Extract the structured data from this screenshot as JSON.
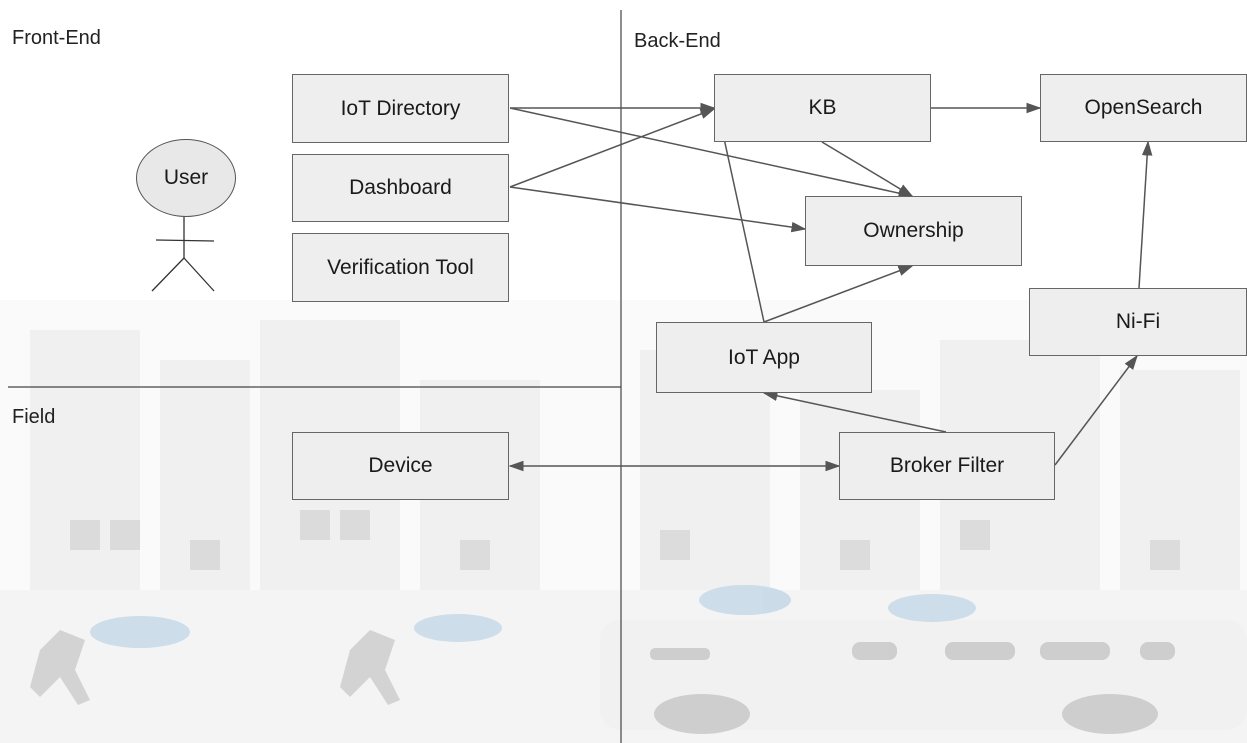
{
  "sections": {
    "front_end": "Front-End",
    "back_end": "Back-End",
    "field": "Field"
  },
  "actor": {
    "label": "User"
  },
  "nodes": {
    "iot_directory": "IoT Directory",
    "dashboard": "Dashboard",
    "verification_tool": "Verification Tool",
    "device": "Device",
    "kb": "KB",
    "opensearch": "OpenSearch",
    "ownership": "Ownership",
    "iot_app": "IoT App",
    "ni_fi": "Ni-Fi",
    "broker_filter": "Broker Filter"
  },
  "colors": {
    "box_fill": "#eeeeee",
    "box_border": "#666666",
    "line": "#555555",
    "background_art": "#d9d9d9",
    "cloud": "#c5d8e6"
  },
  "edges": [
    {
      "from": "IoT Directory",
      "to": "KB"
    },
    {
      "from": "IoT Directory",
      "to": "Ownership"
    },
    {
      "from": "Dashboard",
      "to": "KB"
    },
    {
      "from": "Dashboard",
      "to": "Ownership"
    },
    {
      "from": "KB",
      "to": "OpenSearch"
    },
    {
      "from": "KB",
      "to": "Ownership"
    },
    {
      "from": "IoT App",
      "to": "KB"
    },
    {
      "from": "IoT App",
      "to": "Ownership"
    },
    {
      "from": "Broker Filter",
      "to": "IoT App"
    },
    {
      "from": "Broker Filter",
      "to": "Ni-Fi"
    },
    {
      "from": "Ni-Fi",
      "to": "OpenSearch"
    },
    {
      "from": "Device",
      "to": "Broker Filter",
      "bidirectional": true
    }
  ]
}
